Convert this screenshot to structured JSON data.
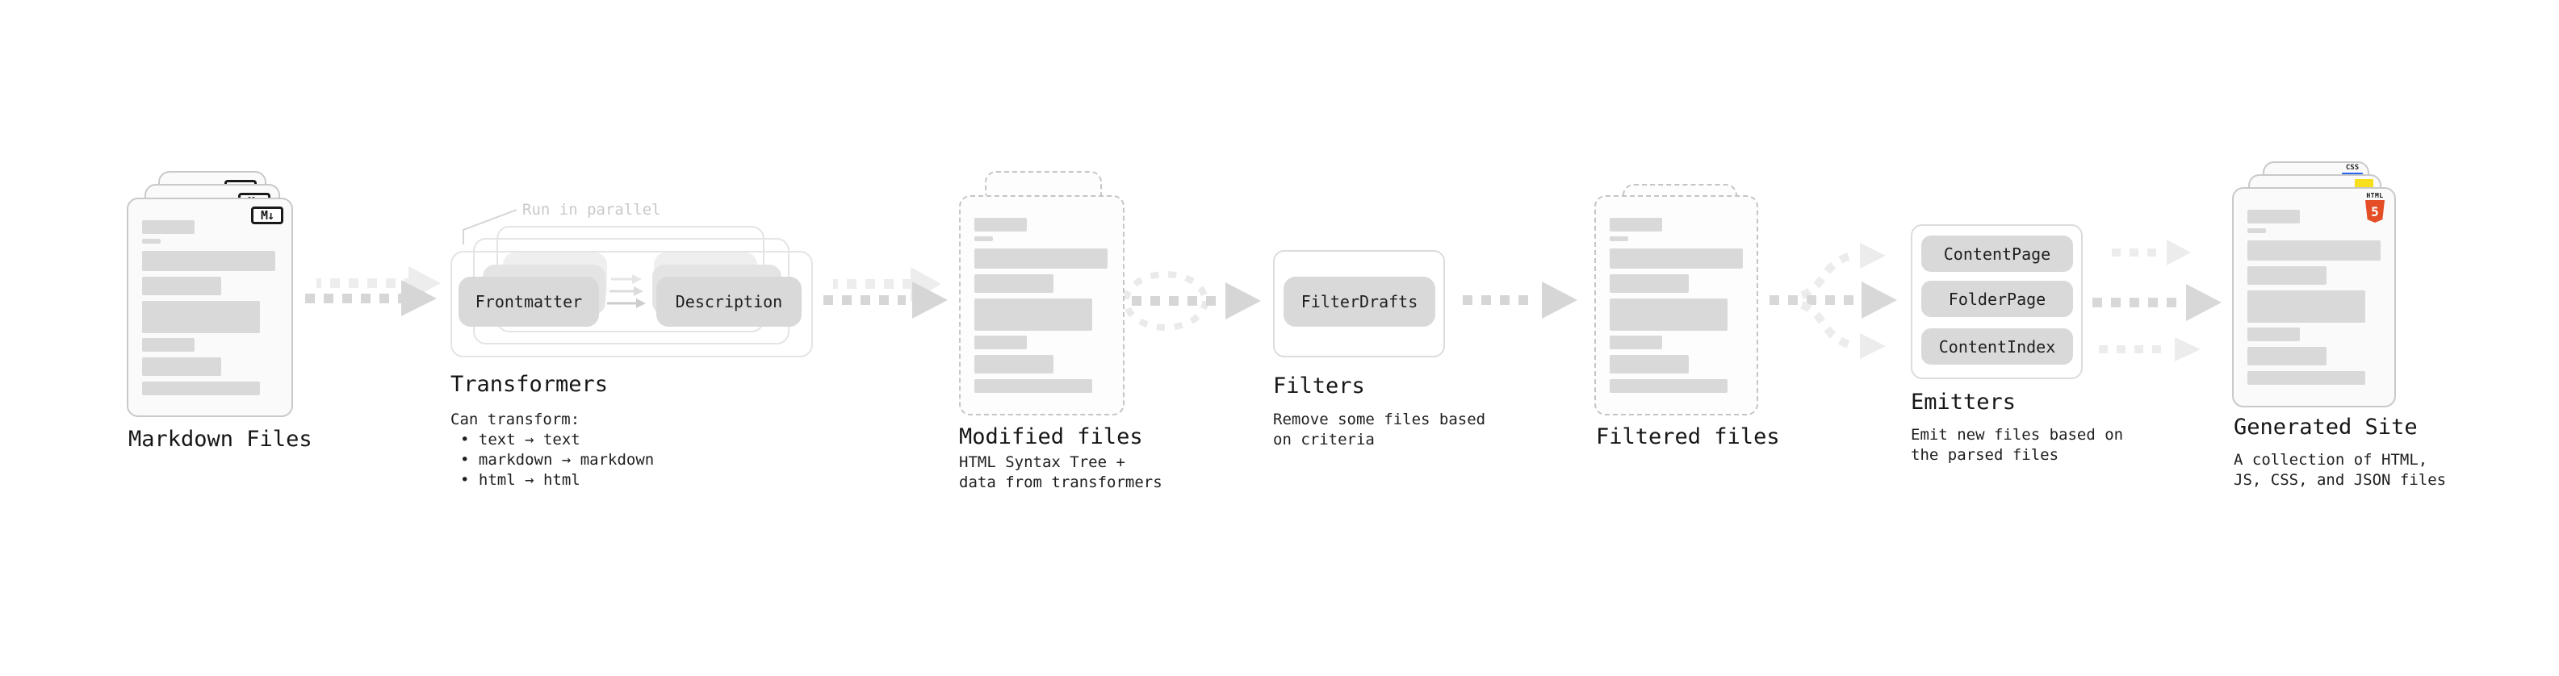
{
  "colors": {
    "html5_orange": "#e44d26",
    "js_yellow": "#f7df1e",
    "css_blue": "#2965f1",
    "markdown_badge_black": "#1a1a1a"
  },
  "stages": {
    "markdown_files": {
      "label": "Markdown Files",
      "badge": "M↓"
    },
    "transformers": {
      "label": "Transformers",
      "annotation": "Run in parallel",
      "pills": [
        "Frontmatter",
        "Description"
      ],
      "caption": "Can transform:",
      "bullets": [
        "• text → text",
        "• markdown → markdown",
        "• html → html"
      ]
    },
    "modified_files": {
      "label": "Modified files",
      "caption_lines": [
        "HTML Syntax Tree +",
        "data from transformers"
      ]
    },
    "filters": {
      "label": "Filters",
      "pills": [
        "FilterDrafts"
      ],
      "caption_lines": [
        "Remove some files based",
        "on criteria"
      ]
    },
    "filtered_files": {
      "label": "Filtered files"
    },
    "emitters": {
      "label": "Emitters",
      "pills": [
        "ContentPage",
        "FolderPage",
        "ContentIndex"
      ],
      "caption_lines": [
        "Emit new files based on",
        "the parsed files"
      ]
    },
    "generated_site": {
      "label": "Generated Site",
      "badge_css": "CSS",
      "badge_html_text": "HTML",
      "badge_html_number": "5",
      "caption_lines": [
        "A collection of HTML,",
        "JS, CSS, and JSON files"
      ]
    }
  }
}
